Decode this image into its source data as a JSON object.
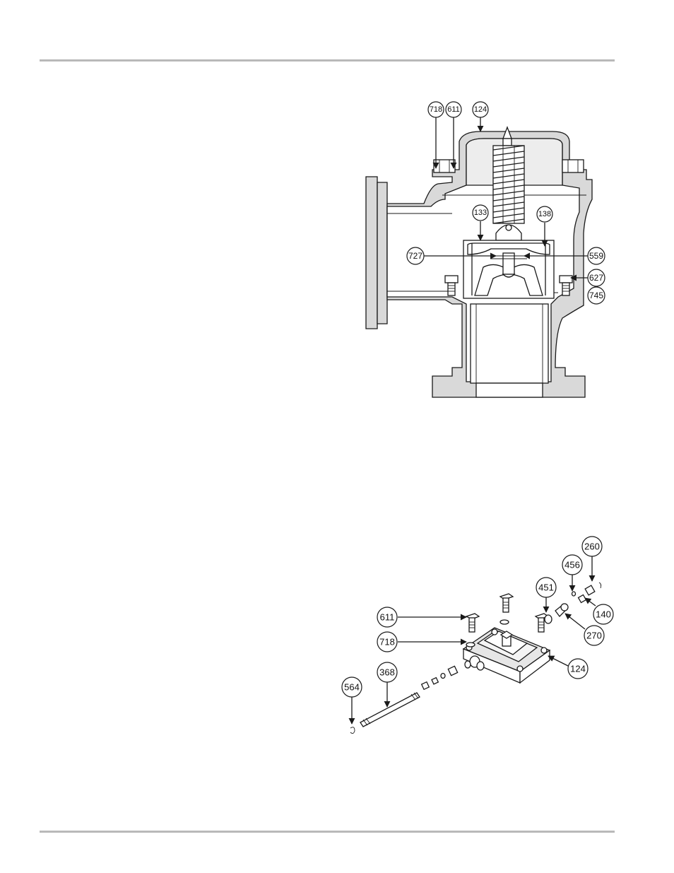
{
  "diagram_top": {
    "callouts": [
      "718",
      "611",
      "124",
      "133",
      "138",
      "727",
      "559",
      "627",
      "745"
    ]
  },
  "diagram_bottom": {
    "callouts": [
      "260",
      "456",
      "451",
      "140",
      "611",
      "270",
      "718",
      "124",
      "368",
      "564"
    ]
  }
}
